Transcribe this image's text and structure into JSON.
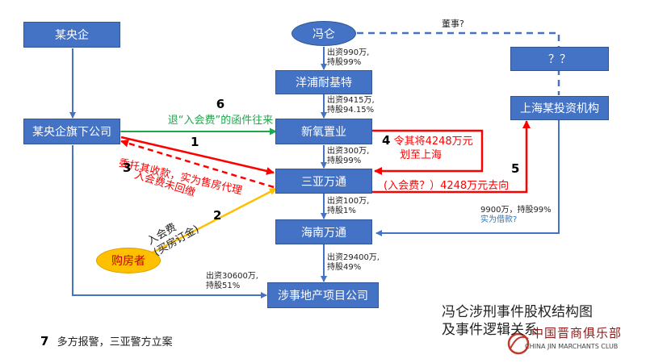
{
  "nodes": {
    "central_soe": "某央企",
    "feng_lun": "冯仑",
    "unknown_director_entity": "？？",
    "yangpu": "洋浦耐基特",
    "soe_subsidiary": "某央企旗下公司",
    "xinyang": "新氧置业",
    "shanghai_investor": "上海某投资机构",
    "sanya_wantong": "三亚万通",
    "hainan_wantong": "海南万通",
    "home_buyer": "购房者",
    "project_company": "涉事地产项目公司"
  },
  "edges": {
    "director_q": "董事?",
    "fenglun_yangpu": [
      "出资990万,",
      "持股99%"
    ],
    "yangpu_xinyang": [
      "出资9415万,",
      "持股94.15%"
    ],
    "xinyang_sanya": [
      "出资300万,",
      "持股99%"
    ],
    "sanya_hainan": [
      "出资100万,",
      "持股1%"
    ],
    "hainan_project": [
      "出资29400万,",
      "持股49%"
    ],
    "soe_project": [
      "出资30600万,",
      "持股51%"
    ],
    "investor_hainan": [
      "9900万，持股99%",
      "实为借款?"
    ]
  },
  "events": {
    "e6": {
      "num": "6",
      "text": "退“入会费”的函件往来"
    },
    "e1": {
      "num": "1",
      "text": "委托其收款，实为售房代理"
    },
    "e3": {
      "num": "3",
      "text": "入会费未回缴"
    },
    "e2": {
      "num": "2",
      "text": [
        "入会费",
        "(买房订金)"
      ]
    },
    "e4": {
      "num": "4",
      "text": [
        "令其将4248万元",
        "划至上海"
      ]
    },
    "e5": {
      "num": "5",
      "text": "(入会费？）4248万元去向"
    },
    "e7": {
      "num": "7",
      "text": "多方报警，三亚警方立案"
    }
  },
  "title": [
    "冯仑涉刑事件股权结构图",
    "及事件逻辑关系"
  ],
  "watermark": {
    "name": "中国晋商俱乐部",
    "sub": "CHINA JIN MARCHANTS CLUB"
  },
  "colors": {
    "box": "#4472c4",
    "flow": "#2f5597",
    "green": "#1ea84b",
    "red": "#ff0000",
    "gold": "#ffc000"
  }
}
